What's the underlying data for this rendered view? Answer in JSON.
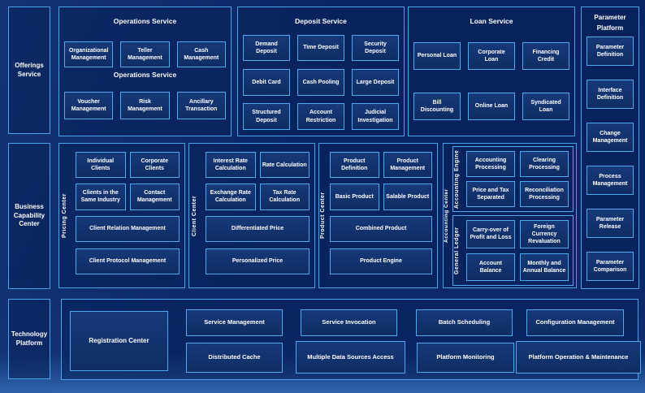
{
  "diagram": {
    "left_rail": [
      {
        "label": "Offerings Service"
      },
      {
        "label": "Business Capability Center"
      },
      {
        "label": "Technology Platform"
      }
    ],
    "operations": {
      "title": "Operations Service",
      "mid_label": "Operations Service",
      "row1": [
        "Organizational Management",
        "Teller Management",
        "Cash Management"
      ],
      "row2": [
        "Voucher Management",
        "Risk Management",
        "Ancillary Transaction"
      ]
    },
    "deposit": {
      "title": "Deposit Service",
      "rows": [
        [
          "Demand Deposit",
          "Time Deposit",
          "Security Deposit"
        ],
        [
          "Debit Card",
          "Cash Pooling",
          "Large Deposit"
        ],
        [
          "Structured Deposit",
          "Account Restriction",
          "Judicial Investigation"
        ]
      ]
    },
    "loan": {
      "title": "Loan Service",
      "rows": [
        [
          "Personal Loan",
          "Corporate Loan",
          "Financing Credit"
        ],
        [
          "Bill Discounting",
          "Online Loan",
          "Syndicated Loan"
        ]
      ]
    },
    "parameter_platform": {
      "title": "Parameter Platform",
      "items": [
        "Parameter Definition",
        "Interface Definition",
        "Change Management",
        "Process Management",
        "Parameter Release",
        "Parameter Comparison"
      ]
    },
    "pricing_center": {
      "side_label": "Pricing Center",
      "grid": [
        "Individual Clients",
        "Corporate Clients",
        "Clients in the Same Industry",
        "Contact Management"
      ],
      "wide": [
        "Client Relation Management",
        "Client Protocol Management"
      ]
    },
    "client_center": {
      "side_label": "Client Center",
      "grid": [
        "Interest Rate Calculation",
        "Rate Calculation",
        "Exchange Rate Calculation",
        "Tax Rate Calculation"
      ],
      "wide": [
        "Differentiated Price",
        "Personalized Price"
      ]
    },
    "product_center": {
      "side_label": "Product Center",
      "grid": [
        "Product Definition",
        "Product Management",
        "Basic Product",
        "Salable Product"
      ],
      "wide": [
        "Combined Product",
        "Product Engine"
      ]
    },
    "accounting_center": {
      "side_label": "Accounting Center",
      "groups": [
        {
          "side_label": "Accounting Engine",
          "items": [
            "Accounting Processing",
            "Clearing Processing",
            "Price and Tax Separated",
            "Reconciliation Processing"
          ]
        },
        {
          "side_label": "General Ledger",
          "items": [
            "Carry-over of Profit and Loss",
            "Foreign Currency Revaluation",
            "Account Balance",
            "Monthly and Annual Balance"
          ]
        }
      ]
    },
    "technology": {
      "registration": "Registration Center",
      "row1": [
        "Service Management",
        "Service Invocation",
        "Batch Scheduling",
        "Configuration Management"
      ],
      "row2": [
        "Distributed Cache",
        "Multiple Data Sources Access",
        "Platform Monitoring",
        "Platform Operation & Maintenance"
      ]
    },
    "colors": {
      "background_dark": "#0a2463",
      "background_light": "#2f64ad",
      "panel_fill": "#09235c",
      "box_border": "#4da9f0",
      "panel_border": "#46a3ea",
      "text": "#ffffff"
    }
  }
}
